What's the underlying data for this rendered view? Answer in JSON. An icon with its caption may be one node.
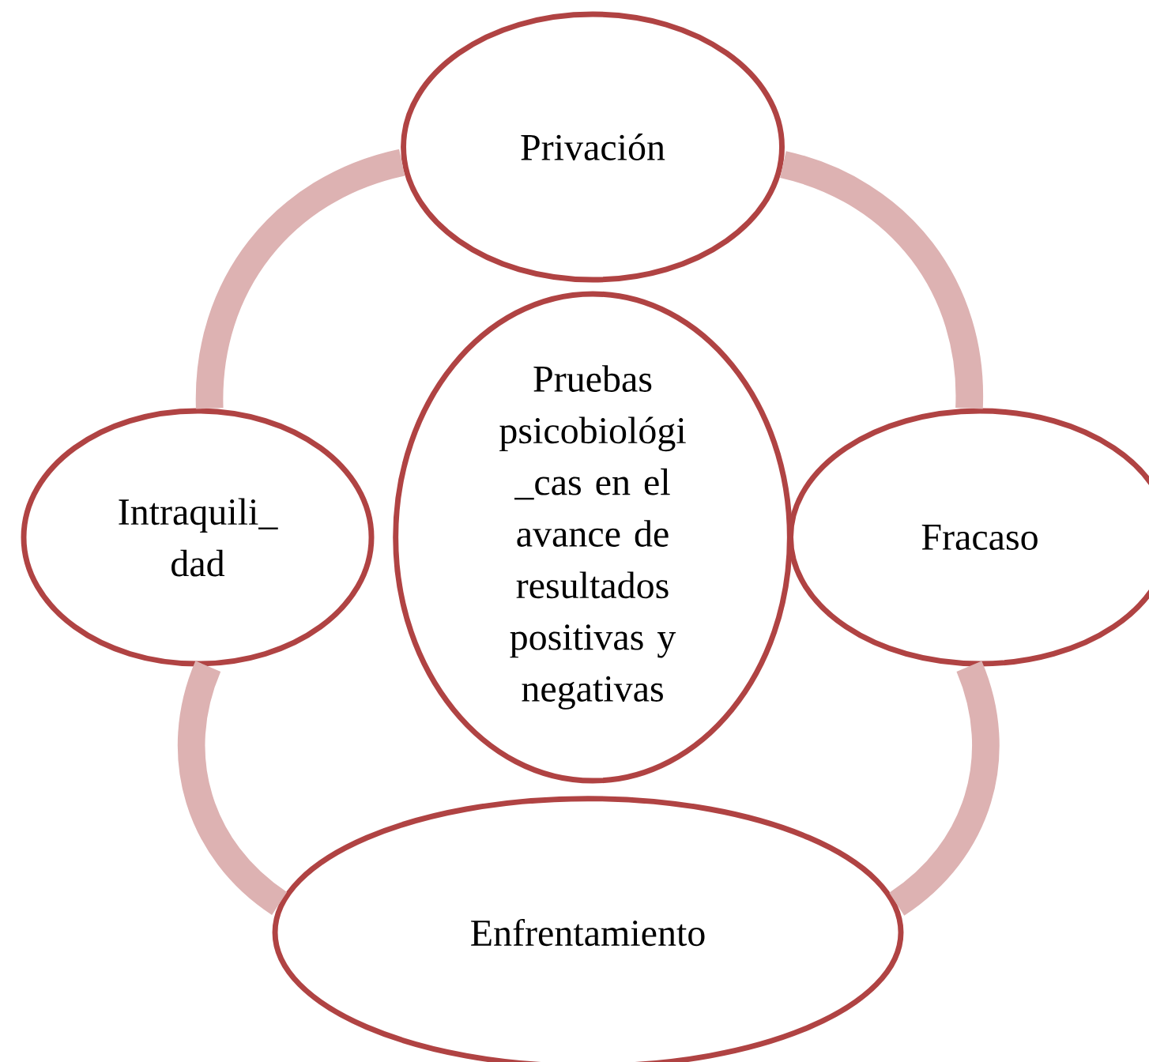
{
  "diagram": {
    "nodes": [
      {
        "text": [
          "Privación"
        ]
      },
      {
        "text": [
          "Pruebas psicobiológi _cas en el avance de resultados positivas y negativas"
        ]
      },
      {
        "text": [
          "Intraquili_ dad"
        ]
      },
      {
        "text": [
          "Fracaso"
        ]
      },
      {
        "text": [
          "Enfrentamiento"
        ]
      }
    ],
    "edges": [
      {
        "from": 0,
        "to": 3,
        "arrow": "none"
      },
      {
        "from": 3,
        "to": 4,
        "arrow": "none"
      },
      {
        "from": 4,
        "to": 2,
        "arrow": "none"
      },
      {
        "from": 2,
        "to": 0,
        "arrow": "none"
      }
    ]
  }
}
